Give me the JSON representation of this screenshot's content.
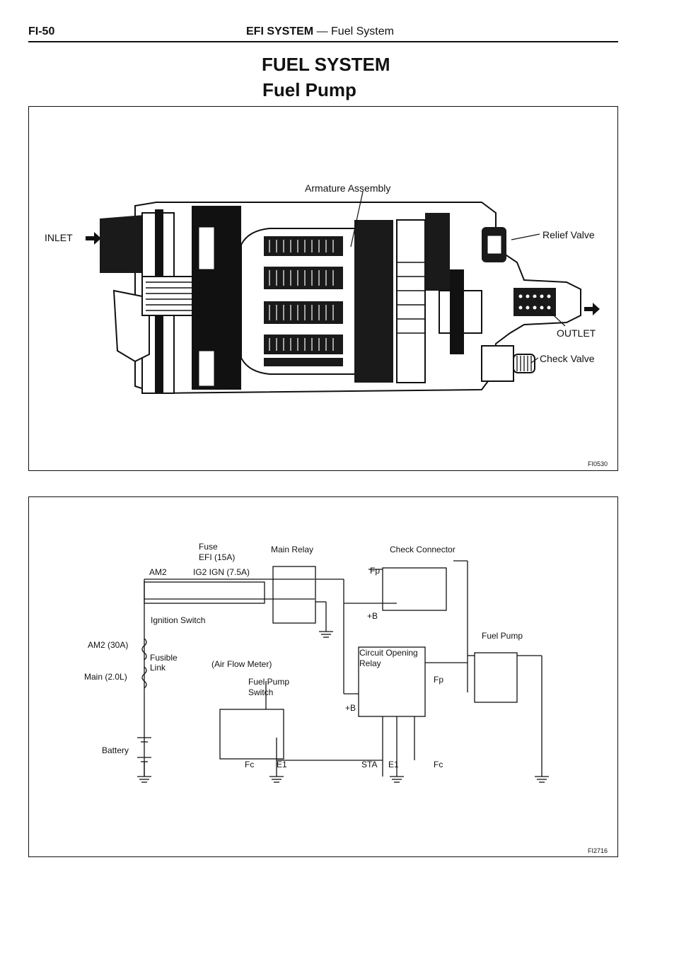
{
  "header": {
    "page_number": "FI-50",
    "section": "EFI SYSTEM",
    "subsection": "— Fuel System"
  },
  "title": "FUEL SYSTEM",
  "subtitle": "Fuel Pump",
  "figure1": {
    "labels": {
      "inlet": "INLET",
      "armature": "Armature Assembly",
      "relief_valve": "Relief Valve",
      "outlet": "OUTLET",
      "check_valve": "Check Valve"
    },
    "code": "FI0530"
  },
  "figure2": {
    "labels": {
      "fuse": "Fuse",
      "efi_fuse": "EFI (15A)",
      "main_relay": "Main Relay",
      "am2": "AM2",
      "ig2": "IG2 IGN (7.5A)",
      "ignition_switch": "Ignition Switch",
      "am2_30a": "AM2 (30A)",
      "fusible": "Fusible",
      "link": "Link",
      "main_20l": "Main (2.0L)",
      "battery": "Battery",
      "air_flow_meter": "(Air Flow Meter)",
      "fuel_pump_switch_1": "Fuel Pump",
      "fuel_pump_switch_2": "Switch",
      "fc_left": "Fc",
      "e1_left": "E1",
      "check_connector": "Check Connector",
      "fp_top": "Fp",
      "plus_b_top": "+B",
      "circuit_opening_1": "Circuit Opening",
      "circuit_opening_2": "Relay",
      "fp_relay": "Fp",
      "plus_b_relay": "+B",
      "sta": "STA",
      "e1_relay": "E1",
      "fc_relay": "Fc",
      "fuel_pump": "Fuel Pump"
    },
    "code": "FI2716"
  }
}
